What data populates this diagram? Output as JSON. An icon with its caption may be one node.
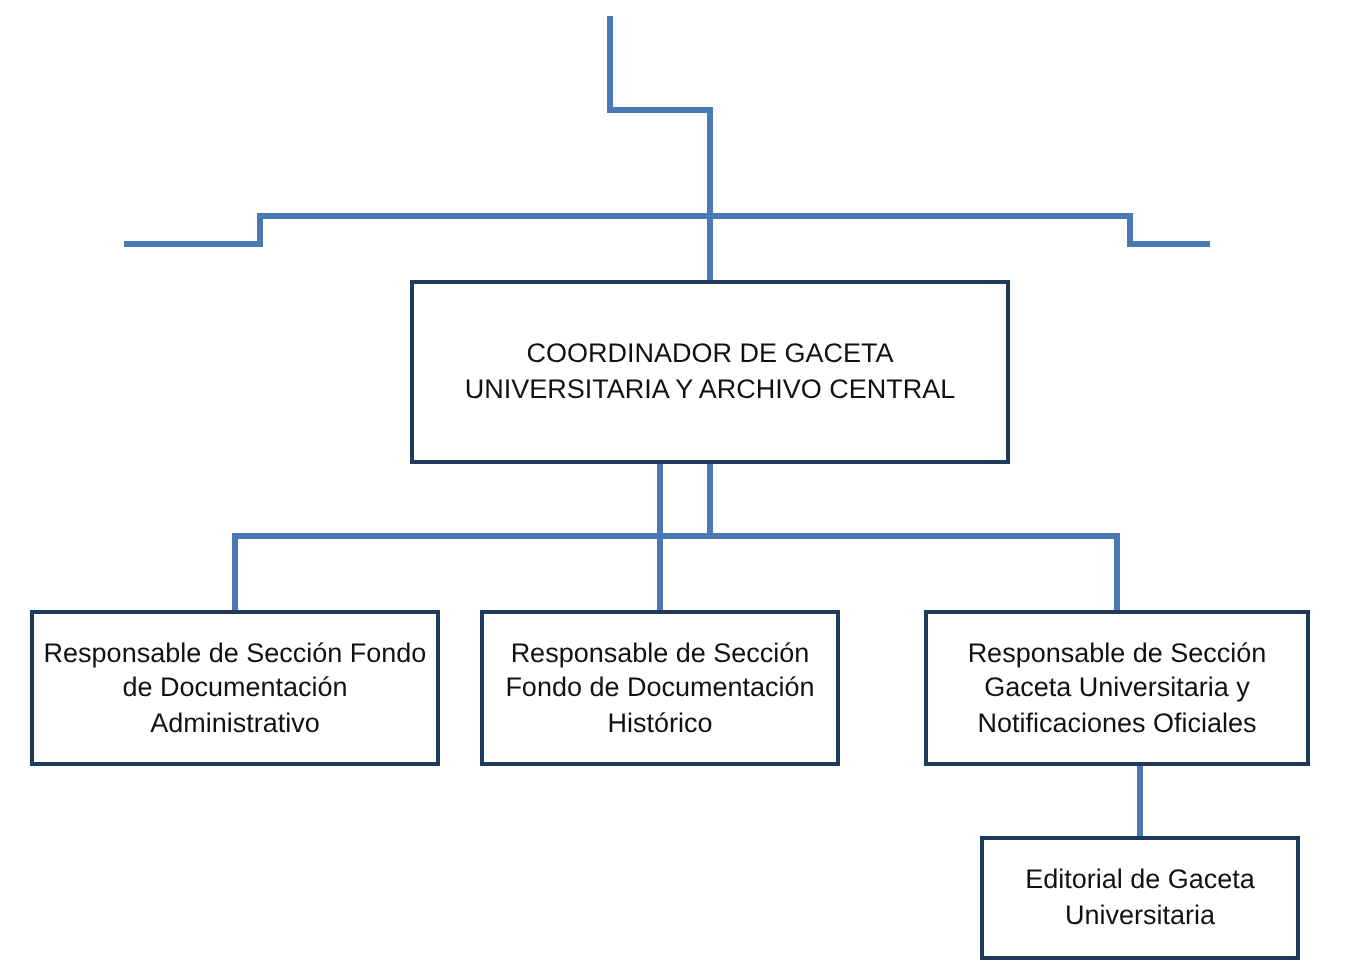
{
  "diagram": {
    "nodes": [
      {
        "text": [
          "COORDINADOR DE GACETA UNIVERSITARIA Y ARCHIVO CENTRAL"
        ]
      },
      {
        "text": [
          "Responsable de Sección Fondo de Documentación Administrativo"
        ]
      },
      {
        "text": [
          "Responsable de Sección Fondo de Documentación Histórico"
        ]
      },
      {
        "text": [
          "Responsable de Sección Gaceta Universitaria y Notificaciones Oficiales"
        ]
      },
      {
        "text": [
          "Editorial de Gaceta Universitaria"
        ]
      }
    ],
    "edges": [
      {
        "from": null,
        "to": 0,
        "arrow": "none"
      },
      {
        "from": 0,
        "to": 1,
        "arrow": "none"
      },
      {
        "from": 0,
        "to": 2,
        "arrow": "none"
      },
      {
        "from": 0,
        "to": 3,
        "arrow": "none"
      },
      {
        "from": 3,
        "to": 4,
        "arrow": "none"
      }
    ]
  }
}
